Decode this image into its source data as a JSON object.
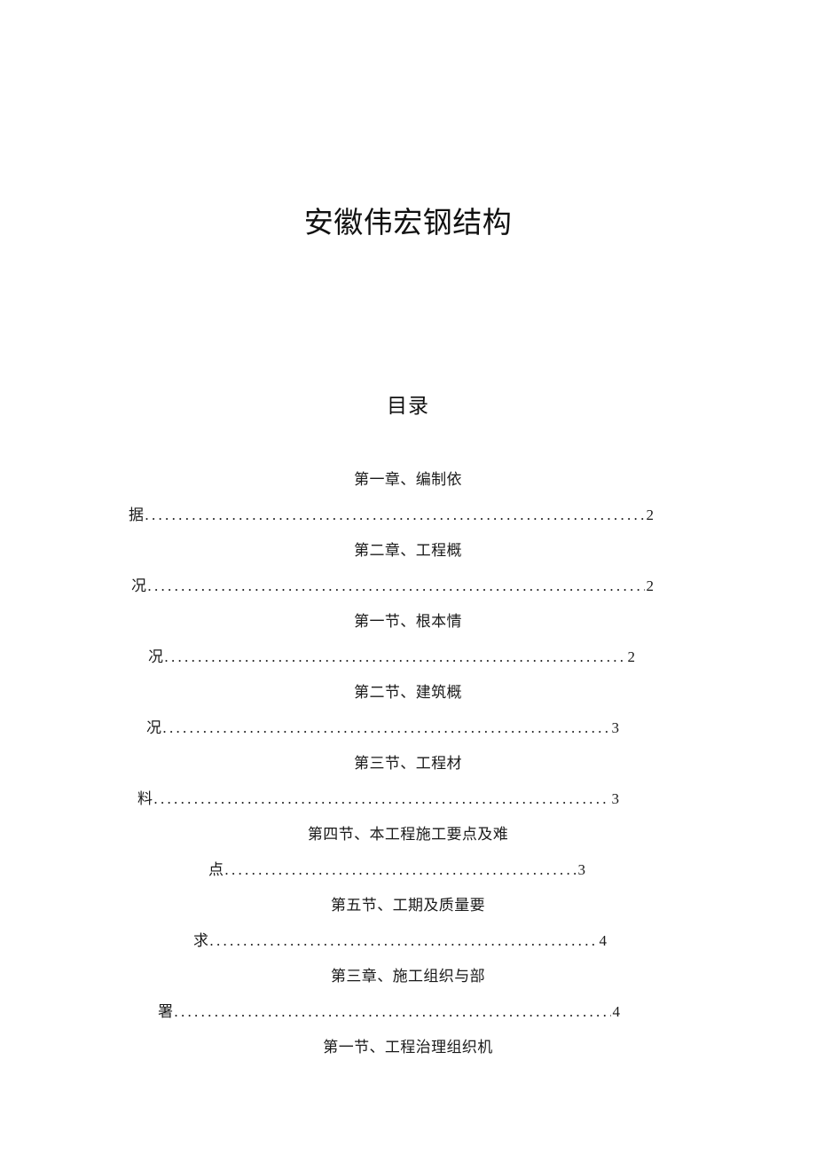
{
  "document": {
    "title": "安徽伟宏钢结构",
    "toc_heading": "目录"
  },
  "toc": {
    "leader_char": ".",
    "entries": [
      {
        "head": "第一章、编制依",
        "tail_word": "据",
        "page": "2"
      },
      {
        "head": "第二章、工程概",
        "tail_word": "况",
        "page": "2"
      },
      {
        "head": "第一节、根本情",
        "tail_word": "况",
        "page": "2"
      },
      {
        "head": "第二节、建筑概",
        "tail_word": "况",
        "page": "3"
      },
      {
        "head": "第三节、工程材",
        "tail_word": "料",
        "page": "3"
      },
      {
        "head": "第四节、本工程施工要点及难",
        "tail_word": "点",
        "page": "3"
      },
      {
        "head": "第五节、工期及质量要",
        "tail_word": "求",
        "page": "4"
      },
      {
        "head": "第三章、施工组织与部",
        "tail_word": "署",
        "page": "4"
      },
      {
        "head": "第一节、工程治理组织机",
        "tail_word": "",
        "page": ""
      }
    ]
  }
}
